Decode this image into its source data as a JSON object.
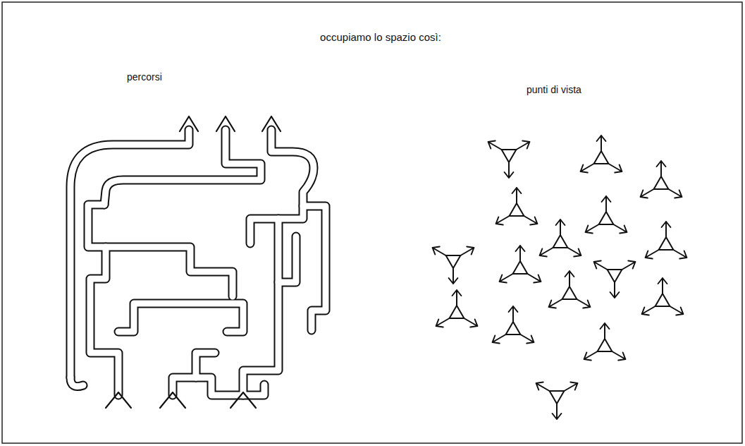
{
  "diagram": {
    "title": "occupiamo lo spazio così:",
    "labels": [
      "percorsi",
      "punti di vista"
    ]
  }
}
